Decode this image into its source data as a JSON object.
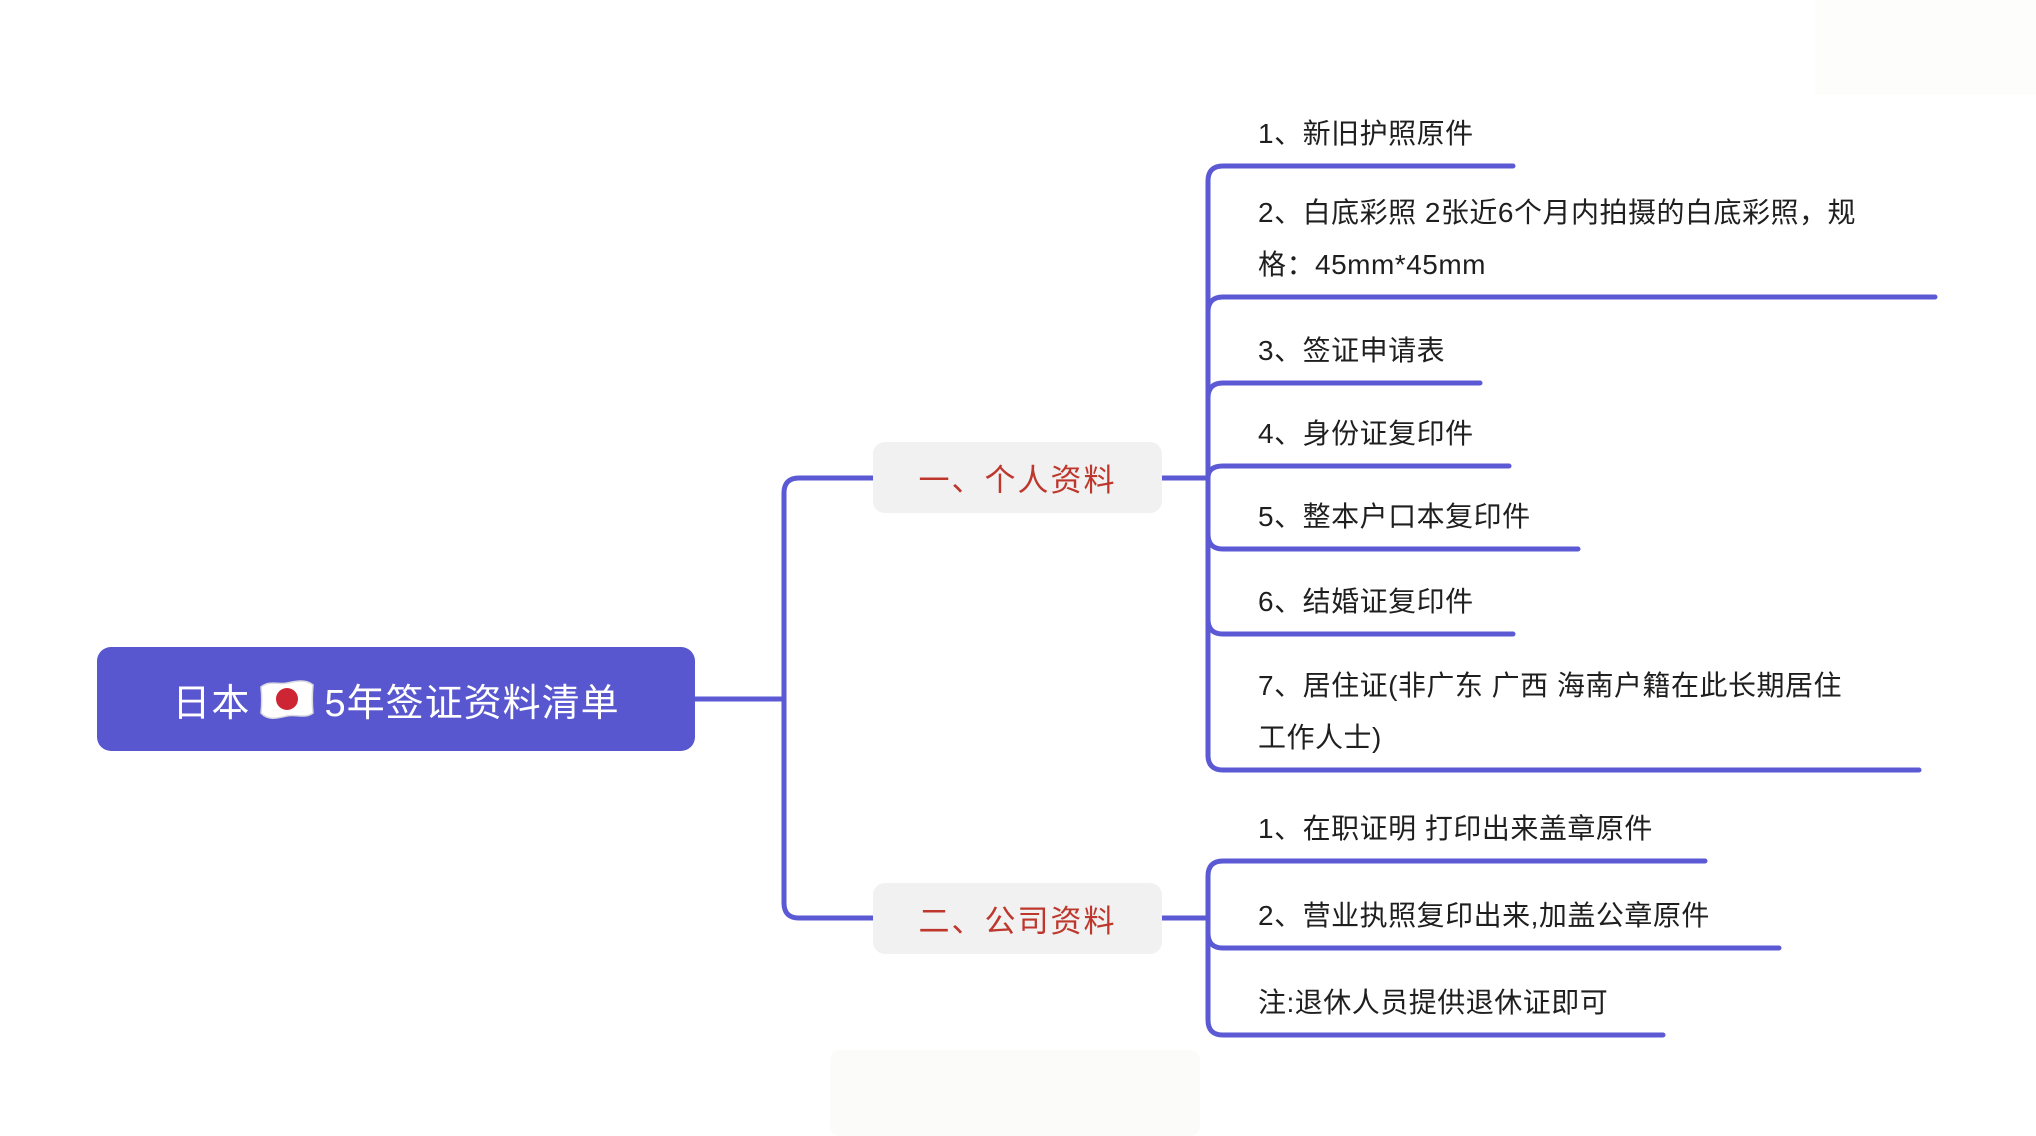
{
  "root": {
    "title_prefix": "日本",
    "title_suffix": "5年签证资料清单",
    "flag_icon": "japan-flag"
  },
  "branches": [
    {
      "label": "一、个人资料",
      "items": [
        {
          "lines": [
            "1、新旧护照原件"
          ]
        },
        {
          "lines": [
            "2、白底彩照 2张近6个月内拍摄的白底彩照，规",
            "格：45mm*45mm"
          ]
        },
        {
          "lines": [
            "3、签证申请表"
          ]
        },
        {
          "lines": [
            "4、身份证复印件"
          ]
        },
        {
          "lines": [
            "5、整本户口本复印件"
          ]
        },
        {
          "lines": [
            "6、结婚证复印件"
          ]
        },
        {
          "lines": [
            "7、居住证(非广东 广西 海南户籍在此长期居住",
            "工作人士)"
          ]
        }
      ]
    },
    {
      "label": "二、公司资料",
      "items": [
        {
          "lines": [
            "1、在职证明 打印出来盖章原件"
          ]
        },
        {
          "lines": [
            "2、营业执照复印出来,加盖公章原件"
          ]
        },
        {
          "lines": [
            "注:退休人员提供退休证即可"
          ]
        }
      ]
    }
  ],
  "colors": {
    "node_purple": "#5857D0",
    "line_purple": "#5B5AD4",
    "accent_red": "#BE372D",
    "branch_bg": "#F1F1F1",
    "leaf_text": "#1F1F1F",
    "flag_red": "#CE2535"
  }
}
